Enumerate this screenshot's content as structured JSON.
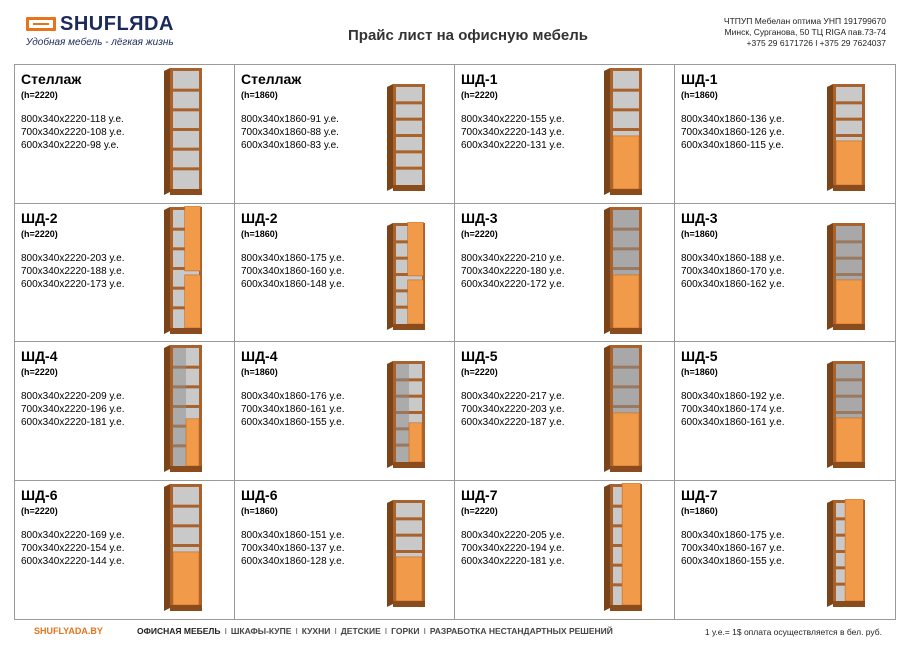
{
  "header": {
    "logo_text": "SHUFLЯDA",
    "slogan": "Удобная мебель - лёгкая жизнь",
    "title": "Прайс лист на офисную мебель",
    "contacts": [
      "ЧТПУП  Мебелан оптима  УНП 191799670",
      "Минск, Сурганова, 50  ТЦ  RIGA  пав.73-74",
      "+375 29 6171726    l    +375 29 7624037"
    ]
  },
  "colors": {
    "accent": "#e8731a",
    "brand": "#1a2a5a",
    "wood": "#a9622b",
    "door": "#f09a4a",
    "glass": "#8d8d8d"
  },
  "products": [
    {
      "name": "Стеллаж",
      "height": "(h=2220)",
      "prices": [
        "800x340x2220-118 у.е.",
        "700x340x2220-108 у.е.",
        "600x340x2220-98 у.е."
      ],
      "style": "rack",
      "tall": true
    },
    {
      "name": "Стеллаж",
      "height": "(h=1860)",
      "prices": [
        "800x340x1860-91 у.е.",
        "700x340x1860-88 у.е.",
        "600x340x1860-83 у.е."
      ],
      "style": "rack",
      "tall": false
    },
    {
      "name": "ШД-1",
      "height": "(h=2220)",
      "prices": [
        "800x340x2220-155 у.е.",
        "700x340x2220-143 у.е.",
        "600x340x2220-131 у.е."
      ],
      "style": "open-low-doors",
      "tall": true
    },
    {
      "name": "ШД-1",
      "height": "(h=1860)",
      "prices": [
        "800x340x1860-136 у.е.",
        "700x340x1860-126 у.е.",
        "600x340x1860-115 у.е."
      ],
      "style": "open-low-doors",
      "tall": false
    },
    {
      "name": "ШД-2",
      "height": "(h=2220)",
      "prices": [
        "800x340x2220-203 у.е.",
        "700x340x2220-188 у.е.",
        "600x340x2220-173 у.е."
      ],
      "style": "full-doors-open",
      "tall": true
    },
    {
      "name": "ШД-2",
      "height": "(h=1860)",
      "prices": [
        "800x340x1860-175 у.е.",
        "700x340x1860-160 у.е.",
        "600x340x1860-148 у.е."
      ],
      "style": "full-doors-open",
      "tall": false
    },
    {
      "name": "ШД-3",
      "height": "(h=2220)",
      "prices": [
        "800x340x2220-210 у.е.",
        "700x340x2220-180 у.е.",
        "600x340x2220-172 у.е."
      ],
      "style": "glass-top-doors",
      "tall": true
    },
    {
      "name": "ШД-3",
      "height": "(h=1860)",
      "prices": [
        "800x340x1860-188 у.е.",
        "700x340x1860-170 у.е.",
        "600x340x1860-162 у.е."
      ],
      "style": "glass-top-doors",
      "tall": false
    },
    {
      "name": "ШД-4",
      "height": "(h=2220)",
      "prices": [
        "800x340x2220-209 у.е.",
        "700x340x2220-196 у.е.",
        "600x340x2220-181 у.е."
      ],
      "style": "glass-open",
      "tall": true
    },
    {
      "name": "ШД-4",
      "height": "(h=1860)",
      "prices": [
        "800x340x1860-176 у.е.",
        "700x340x1860-161 у.е.",
        "600x340x1860-155 у.е."
      ],
      "style": "glass-open",
      "tall": false
    },
    {
      "name": "ШД-5",
      "height": "(h=2220)",
      "prices": [
        "800x340x2220-217 у.е.",
        "700x340x2220-203 у.е.",
        "600x340x2220-187 у.е."
      ],
      "style": "glass-top-doors",
      "tall": true
    },
    {
      "name": "ШД-5",
      "height": "(h=1860)",
      "prices": [
        "800x340x1860-192 у.е.",
        "700x340x1860-174 у.е.",
        "600x340x1860-161 у.е."
      ],
      "style": "glass-top-doors",
      "tall": false
    },
    {
      "name": "ШД-6",
      "height": "(h=2220)",
      "prices": [
        "800x340x2220-169 у.е.",
        "700x340x2220-154 у.е.",
        "600x340x2220-144 у.е."
      ],
      "style": "open-low-doors",
      "tall": true
    },
    {
      "name": "ШД-6",
      "height": "(h=1860)",
      "prices": [
        "800x340x1860-151 у.е.",
        "700x340x1860-137 у.е.",
        "600x340x1860-128 у.е."
      ],
      "style": "open-low-doors",
      "tall": false
    },
    {
      "name": "ШД-7",
      "height": "(h=2220)",
      "prices": [
        "800x340x2220-205 у.е.",
        "700x340x2220-194 у.е.",
        "600x340x2220-181 у.е."
      ],
      "style": "half-door",
      "tall": true
    },
    {
      "name": "ШД-7",
      "height": "(h=1860)",
      "prices": [
        "800x340x1860-175 у.е.",
        "700x340x1860-167 у.е.",
        "600x340x1860-155 у.е."
      ],
      "style": "half-door",
      "tall": false
    }
  ],
  "footer": {
    "site": "SHUFLYADA.BY",
    "nav": [
      "ОФИСНАЯ МЕБЕЛЬ",
      "ШКАФЫ-КУПЕ",
      "КУХНИ",
      "ДЕТСКИЕ",
      "ГОРКИ",
      "РАЗРАБОТКА НЕСТАНДАРТНЫХ РЕШЕНИЙ"
    ],
    "nav_separator": "l",
    "note": "1 у.е.= 1$  оплата осуществляется в бел. руб."
  }
}
